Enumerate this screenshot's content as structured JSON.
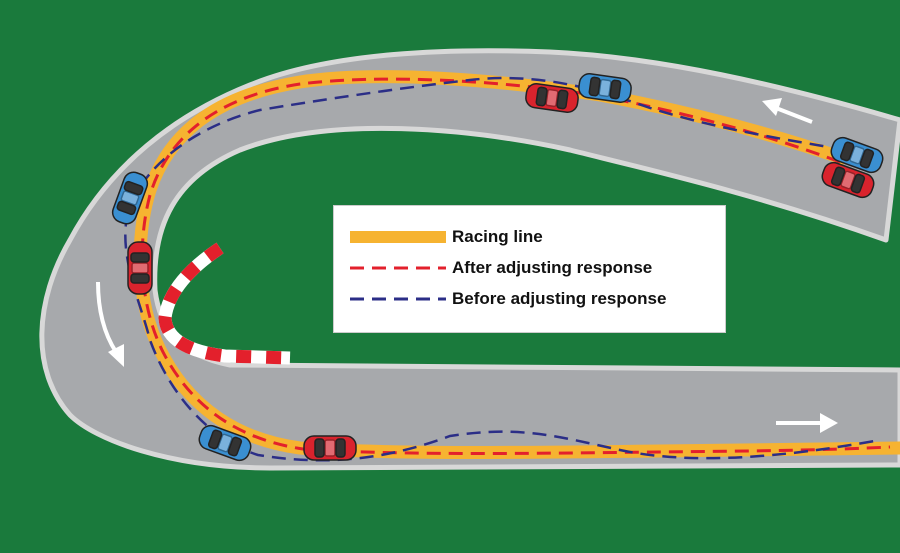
{
  "legend": {
    "racing_line": "Racing line",
    "after": "After adjusting response",
    "before": "Before adjusting response"
  },
  "colors": {
    "background": "#1a7a3c",
    "track": "#a7a9ac",
    "track_edge": "#d8d8d8",
    "racing_line": "#f6b331",
    "after_line": "#e3202c",
    "before_line": "#2b2e87",
    "car_red": "#d9232d",
    "car_blue": "#3a8fd1",
    "curb_red": "#e3202c",
    "curb_white": "#ffffff",
    "arrow": "#ffffff"
  },
  "cars": [
    {
      "color": "red",
      "name": "red-car-top"
    },
    {
      "color": "blue",
      "name": "blue-car-top"
    },
    {
      "color": "blue",
      "name": "blue-car-right"
    },
    {
      "color": "red",
      "name": "red-car-right"
    },
    {
      "color": "blue",
      "name": "blue-car-left"
    },
    {
      "color": "red",
      "name": "red-car-left"
    },
    {
      "color": "blue",
      "name": "blue-car-bottom"
    },
    {
      "color": "red",
      "name": "red-car-bottom"
    }
  ]
}
